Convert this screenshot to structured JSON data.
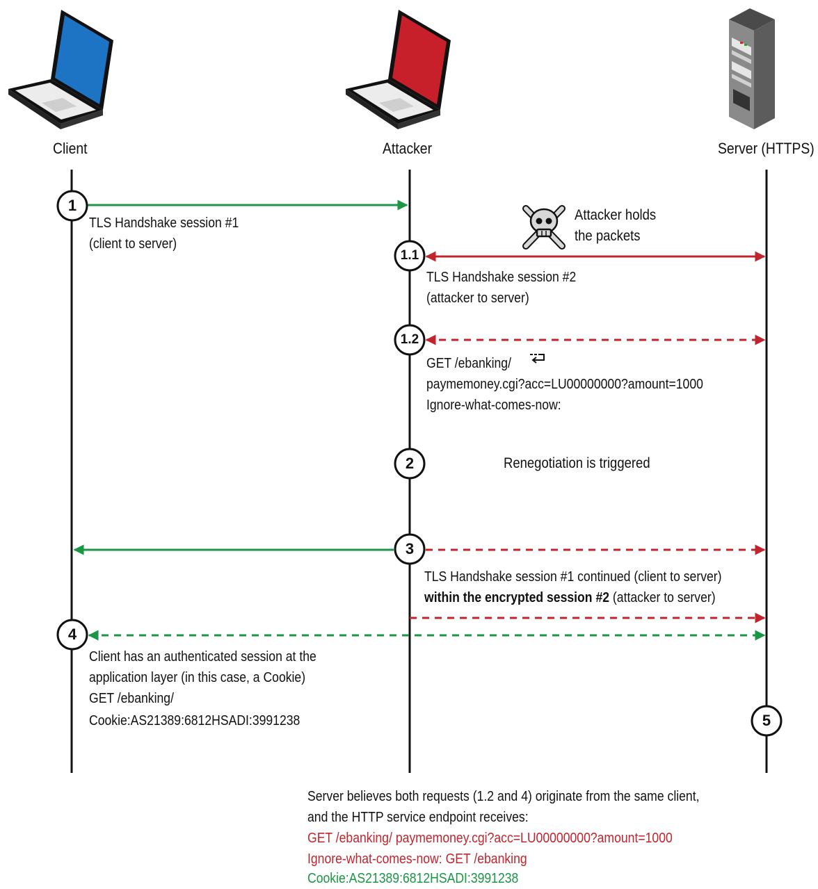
{
  "lanes": {
    "client": "Client",
    "attacker": "Attacker",
    "server": "Server (HTTPS)"
  },
  "steps": {
    "s1": "1",
    "s1_1": "1.1",
    "s1_2": "1.2",
    "s2": "2",
    "s3": "3",
    "s4": "4",
    "s5": "5"
  },
  "labels": {
    "step1_line1": "TLS Handshake session #1",
    "step1_line2": "(client to server)",
    "holds_line1": "Attacker holds",
    "holds_line2": "the packets",
    "step11_line1": "TLS Handshake session #2",
    "step11_line2": "(attacker to server)",
    "step12_line1": "GET /ebanking/",
    "step12_line2": "paymemoney.cgi?acc=LU00000000?amount=1000",
    "step12_line3": "Ignore-what-comes-now:",
    "step2_text": "Renegotiation is triggered",
    "step3_line1": "TLS Handshake session #1 continued (client to server)",
    "step3_line2_bold": "within the encrypted session #2",
    "step3_line2_rest": " (attacker to server)",
    "step4_line1": "Client has an authenticated session at the",
    "step4_line2": "application layer (in this case, a Cookie)",
    "step4_line3": "GET /ebanking/",
    "step4_line4": "Cookie:AS21389:6812HSADI:3991238"
  },
  "conclusion": {
    "line1": "Server believes both requests (1.2 and 4) originate from the same client,",
    "line2": "and the HTTP service endpoint receives:",
    "line3_red": "GET /ebanking/ paymemoney.cgi?acc=LU00000000?amount=1000",
    "line4_red": "Ignore-what-comes-now: GET /ebanking",
    "line5_green": "Cookie:AS21389:6812HSADI:3991238"
  },
  "colors": {
    "green": "#1a9645",
    "red": "#c0252e",
    "client_screen": "#1e74c4",
    "attacker_screen": "#c8202a"
  },
  "icons": {
    "client": "laptop-icon",
    "attacker": "laptop-icon",
    "server": "server-tower-icon",
    "holds": "skull-crossbones-icon",
    "wrap": "line-wrap-icon"
  }
}
